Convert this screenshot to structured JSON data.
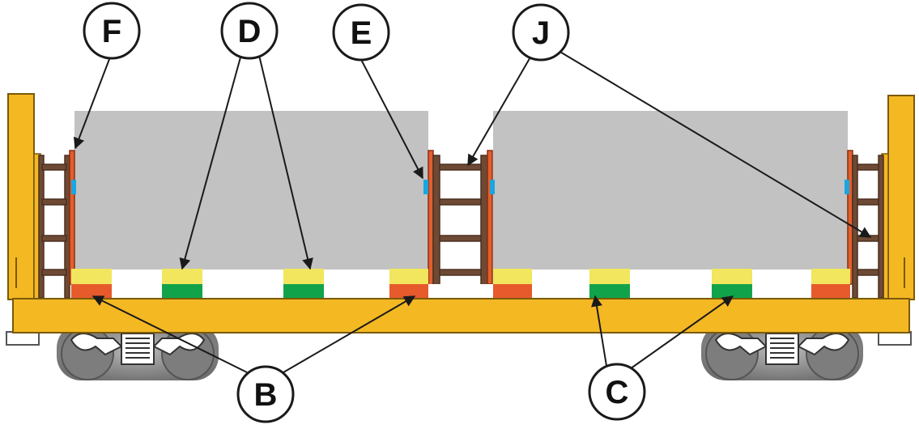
{
  "callouts": {
    "F": "F",
    "D": "D",
    "E": "E",
    "J": "J",
    "B": "B",
    "C": "C"
  },
  "colors": {
    "car_body": "#f4b823",
    "car_outline": "#7a5a08",
    "load": "#c2c2c2",
    "bulkhead_frame": "#6e4a34",
    "bulkhead_face": "#e25f2f",
    "blocking_yellow": "#f1e65d",
    "blocking_orange": "#e75a2c",
    "blocking_green": "#11a34a",
    "spacer_blue": "#1aa6e0",
    "truck": "#8c8c8c",
    "leader_line": "#1a1a1a"
  }
}
